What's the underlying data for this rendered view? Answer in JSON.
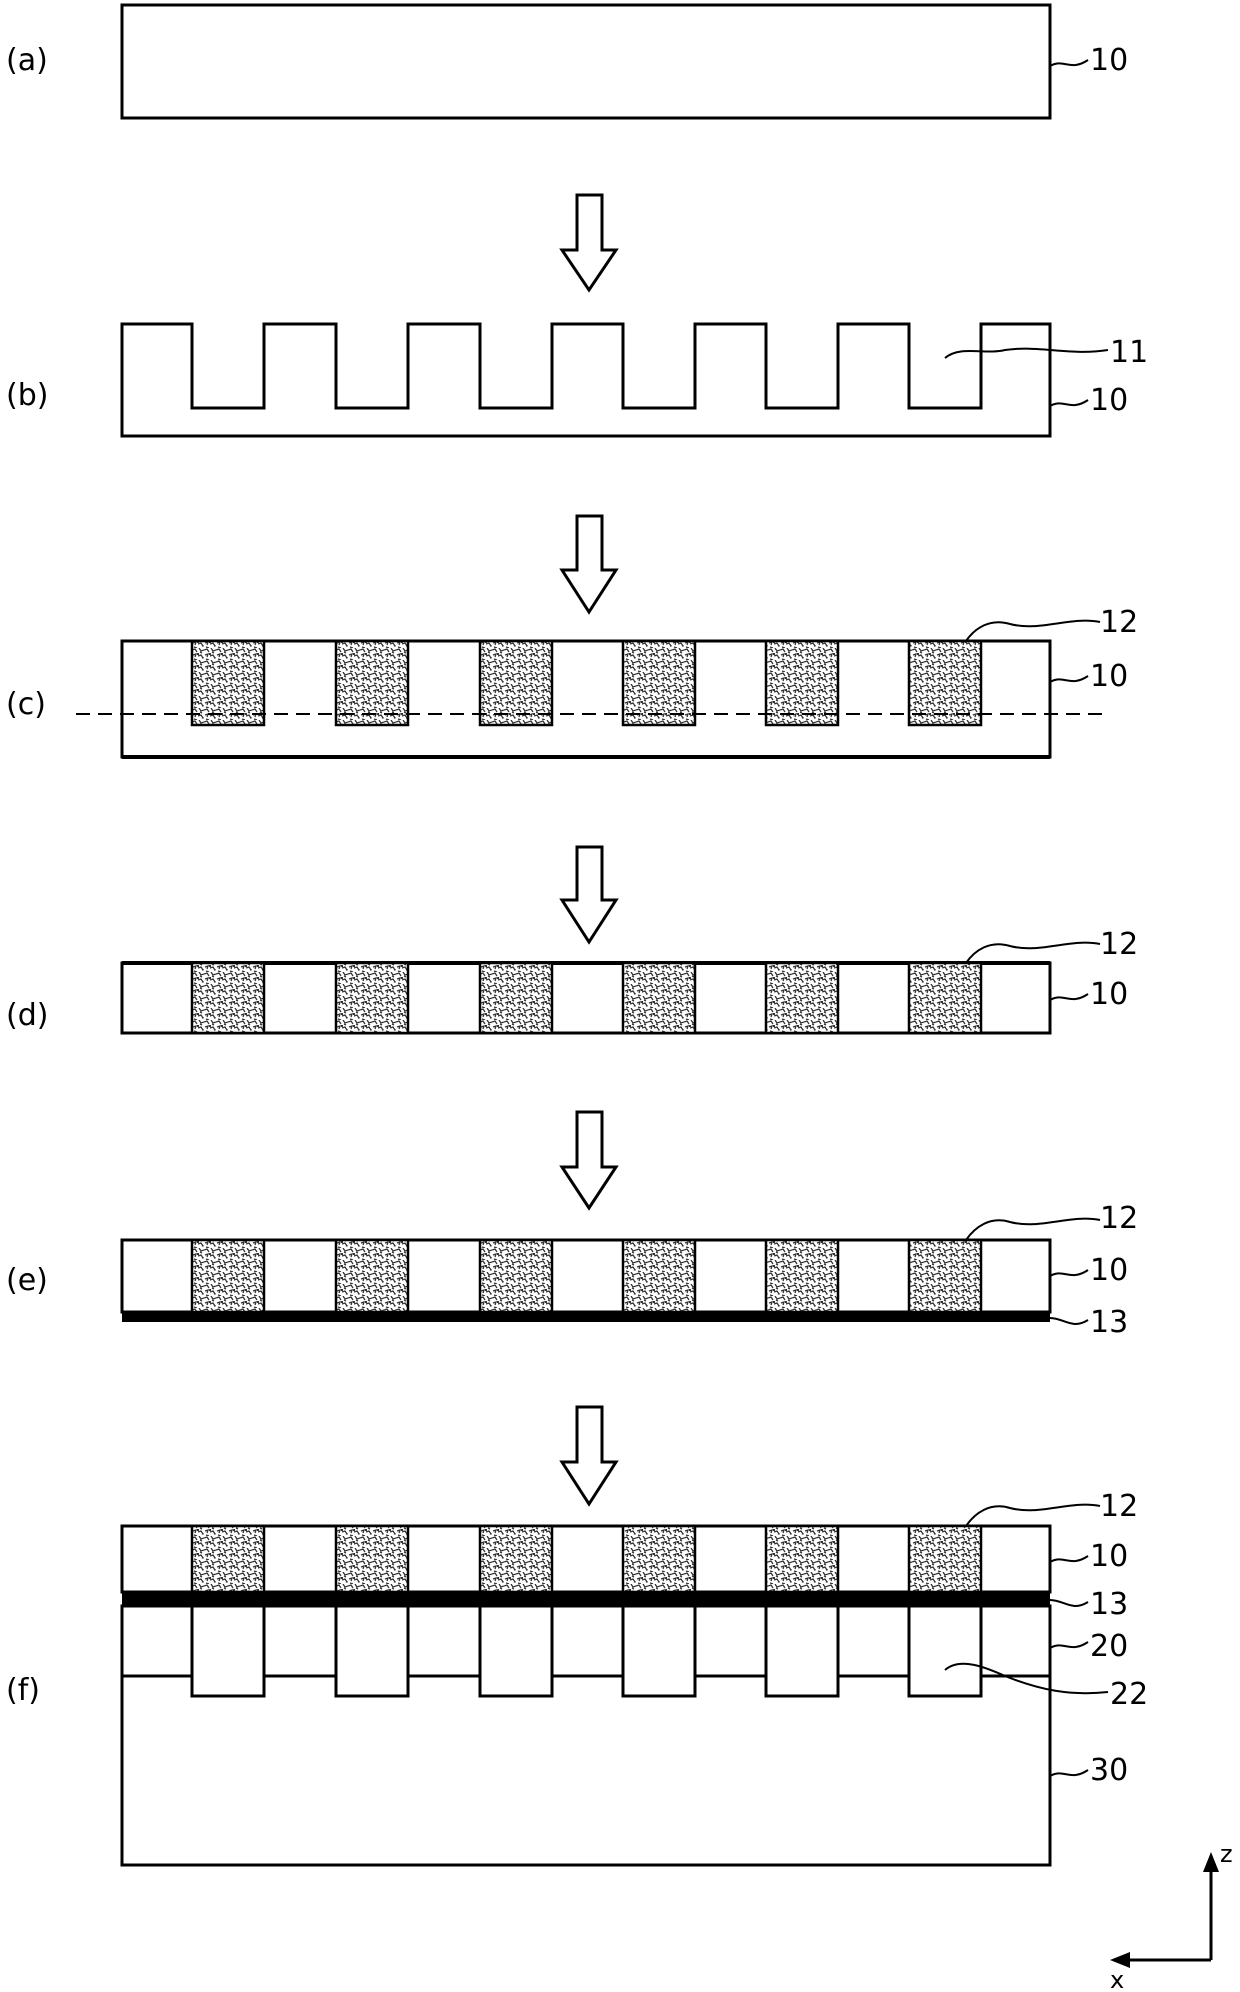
{
  "stages": [
    {
      "label": "(a)",
      "refs": [
        "10"
      ]
    },
    {
      "label": "(b)",
      "refs": [
        "11",
        "10"
      ]
    },
    {
      "label": "(c)",
      "refs": [
        "12",
        "10"
      ]
    },
    {
      "label": "(d)",
      "refs": [
        "12",
        "10"
      ]
    },
    {
      "label": "(e)",
      "refs": [
        "12",
        "10",
        "13"
      ]
    },
    {
      "label": "(f)",
      "refs": [
        "12",
        "10",
        "13",
        "20",
        "22",
        "30"
      ]
    }
  ],
  "axes": {
    "z": "z",
    "x": "x"
  },
  "colors": {
    "line": "#000000",
    "background": "#ffffff",
    "hatch": "#cfcfcf",
    "speckle": "#3a3a3a"
  }
}
